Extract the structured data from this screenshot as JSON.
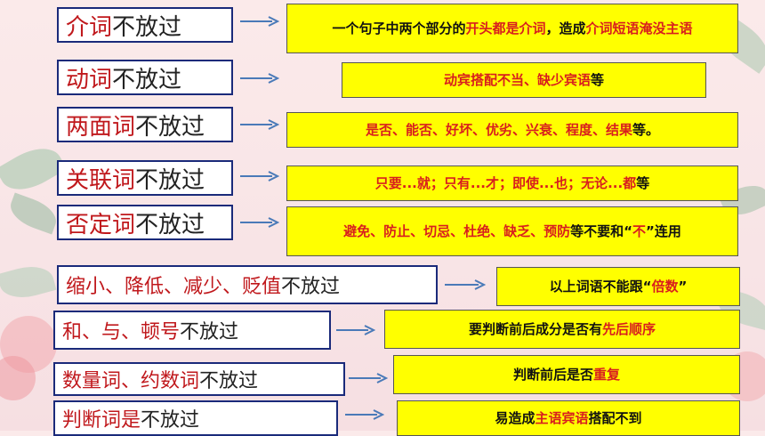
{
  "rows": [
    {
      "label": [
        {
          "t": "介词",
          "red": true
        },
        {
          "t": "不放过",
          "red": false
        }
      ],
      "info": [
        {
          "t": "一个句子中两个部分的",
          "red": false
        },
        {
          "t": "开头都是介词",
          "red": true
        },
        {
          "t": "，造成",
          "red": false
        },
        {
          "t": "介词短语淹没主语",
          "red": true
        }
      ]
    },
    {
      "label": [
        {
          "t": "动词",
          "red": true
        },
        {
          "t": "不放过",
          "red": false
        }
      ],
      "info": [
        {
          "t": "动宾搭配不当、缺少宾语",
          "red": true
        },
        {
          "t": "等",
          "red": false
        }
      ]
    },
    {
      "label": [
        {
          "t": "两面词",
          "red": true
        },
        {
          "t": "不放过",
          "red": false
        }
      ],
      "info": [
        {
          "t": "是否、能否、好坏、优劣、兴衰、程度、结果",
          "red": true
        },
        {
          "t": "等。",
          "red": false
        }
      ]
    },
    {
      "label": [
        {
          "t": "关联词",
          "red": true
        },
        {
          "t": "不放过",
          "red": false
        }
      ],
      "info": [
        {
          "t": "只要...就；只有...才；即使...也；无论...",
          "red": true
        },
        {
          "t": "都",
          "red": true
        },
        {
          "t": "等",
          "red": false
        }
      ]
    },
    {
      "label": [
        {
          "t": "否定词",
          "red": true
        },
        {
          "t": "不放过",
          "red": false
        }
      ],
      "info": [
        {
          "t": "避免、防止、切忌、杜绝、缺乏、预防",
          "red": true
        },
        {
          "t": "等不要和“",
          "red": false
        },
        {
          "t": "不",
          "red": true
        },
        {
          "t": "”连用",
          "red": false
        }
      ]
    },
    {
      "label": [
        {
          "t": "缩小、降低、减少、贬值",
          "red": true
        },
        {
          "t": "不放过",
          "red": false
        }
      ],
      "info": [
        {
          "t": "以上词语不能跟“",
          "red": false
        },
        {
          "t": "倍数",
          "red": true
        },
        {
          "t": "”",
          "red": false
        }
      ]
    },
    {
      "label": [
        {
          "t": "和、与、顿号",
          "red": true
        },
        {
          "t": "不放过",
          "red": false
        }
      ],
      "info": [
        {
          "t": "要判断前后成分是否有",
          "red": false
        },
        {
          "t": "先后顺序",
          "red": true
        }
      ]
    },
    {
      "label": [
        {
          "t": "数量词、约数词",
          "red": true
        },
        {
          "t": "不放过",
          "red": false
        }
      ],
      "info": [
        {
          "t": "判断前后是否",
          "red": false
        },
        {
          "t": "重复",
          "red": true
        }
      ]
    },
    {
      "label": [
        {
          "t": "判断词是",
          "red": true
        },
        {
          "t": "不放过",
          "red": false
        }
      ],
      "info": [
        {
          "t": "易造成",
          "red": false
        },
        {
          "t": "主语宾语",
          "red": true
        },
        {
          "t": "搭配不到",
          "red": false
        }
      ]
    }
  ],
  "colors": {
    "red": "#c0181c",
    "yellow": "#ffff00",
    "border": "#1a2a7a",
    "arrow": "#4a7ab8"
  }
}
